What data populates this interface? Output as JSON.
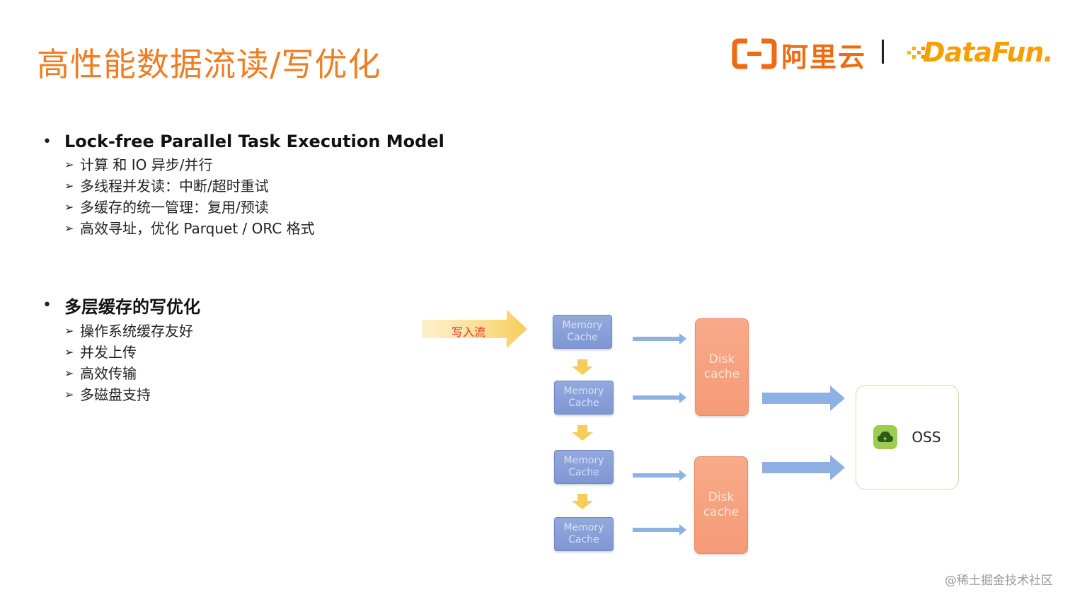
{
  "slide": {
    "title": "高性能数据流读/写优化"
  },
  "logos": {
    "aliyun": "阿里云",
    "datafun": "DataFun."
  },
  "section1": {
    "heading": "Lock-free Parallel Task Execution Model",
    "items": [
      "计算 和 IO 异步/并行",
      "多线程并发读：中断/超时重试",
      "多缓存的统一管理：复用/预读",
      "高效寻址，优化 Parquet / ORC 格式"
    ]
  },
  "section2": {
    "heading": "多层缓存的写优化",
    "items": [
      "操作系统缓存友好",
      "并发上传",
      "高效传输",
      "多磁盘支持"
    ]
  },
  "diagram": {
    "write_label": "写入流",
    "memory_caches": [
      {
        "line1": "Memory",
        "line2": "Cache"
      },
      {
        "line1": "Memory",
        "line2": "Cache"
      },
      {
        "line1": "Memory",
        "line2": "Cache"
      },
      {
        "line1": "Memory",
        "line2": "Cache"
      }
    ],
    "disk_caches": [
      {
        "line1": "Disk",
        "line2": "cache"
      },
      {
        "line1": "Disk",
        "line2": "cache"
      }
    ],
    "oss_label": "OSS",
    "colors": {
      "memory": "#8aa2da",
      "disk": "#f7a582",
      "arrow_blue": "#8db1e3",
      "arrow_yellow": "#f8cc5a",
      "oss_border": "#c6e0b1"
    }
  },
  "watermark": "@稀土掘金技术社区"
}
